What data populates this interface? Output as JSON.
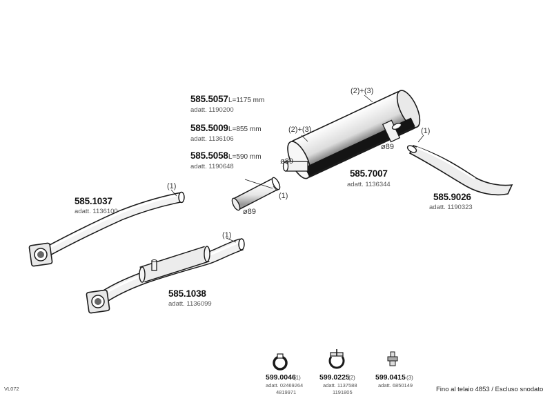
{
  "parts": {
    "pipe_1175": {
      "number": "585.5057",
      "length": "L=1175 mm",
      "adapt": "adatt. 1190200"
    },
    "pipe_855": {
      "number": "585.5009",
      "length": "L=855 mm",
      "adapt": "adatt. 1136106"
    },
    "pipe_590": {
      "number": "585.5058",
      "length": "L=590 mm",
      "adapt": "adatt. 1190648",
      "note": "(1)",
      "diameter": "ø89"
    },
    "front_pipe": {
      "number": "585.1037",
      "adapt": "adatt. 1136100",
      "note": "(1)"
    },
    "front_pipe_b": {
      "number": "585.1038",
      "adapt": "adatt. 1136099",
      "note": "(1)"
    },
    "silencer": {
      "number": "585.7007",
      "adapt": "adatt. 1136344",
      "note_top": "(2)+(3)",
      "note_left": "(2)+(3)",
      "diameter_in": "ø89",
      "diameter_out": "ø89"
    },
    "tail_pipe": {
      "number": "585.9026",
      "adapt": "adatt. 1190323",
      "note": "(1)"
    }
  },
  "accessories": [
    {
      "number": "599.0046",
      "note": "(1)",
      "adapt1": "adatt. 02469264",
      "adapt2": "4819971",
      "icon": "clamp-ring-icon"
    },
    {
      "number": "599.0225",
      "note": "(2)",
      "adapt1": "adatt. 1137588",
      "adapt2": "1191805",
      "icon": "bolt-clamp-icon"
    },
    {
      "number": "599.0415",
      "note": "(3)",
      "adapt1": "adatt. 6850149",
      "adapt2": "",
      "icon": "nut-fitting-icon"
    }
  ],
  "footer": {
    "code": "VL072",
    "caption": "Fino al telaio 4853 / Escluso snodato"
  }
}
